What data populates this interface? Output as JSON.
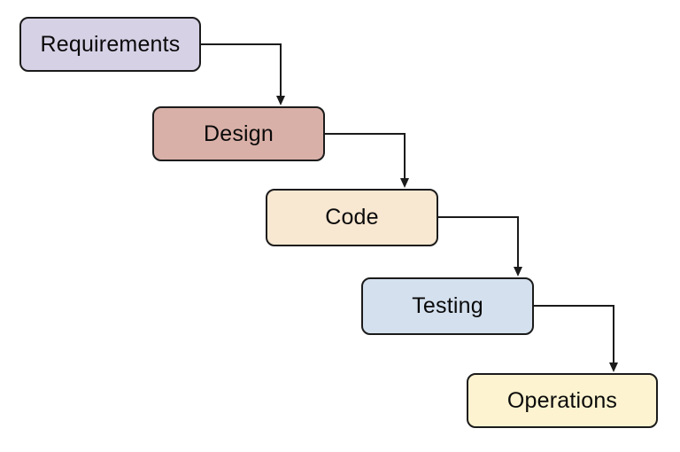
{
  "diagram": {
    "type": "flowchart-waterfall",
    "background": "#ffffff",
    "connector_color": "#1b1b1b",
    "border_color": "#1b1b1b",
    "text_color": "#0a0a0a",
    "nodes": [
      {
        "id": "requirements",
        "label": "Requirements",
        "fill": "#d7d1e6"
      },
      {
        "id": "design",
        "label": "Design",
        "fill": "#d9b0a8"
      },
      {
        "id": "code",
        "label": "Code",
        "fill": "#f8e7d1"
      },
      {
        "id": "testing",
        "label": "Testing",
        "fill": "#d4e0ee"
      },
      {
        "id": "operations",
        "label": "Operations",
        "fill": "#fdf3d0"
      }
    ],
    "edges": [
      {
        "from": "Requirements",
        "to": "Design"
      },
      {
        "from": "Design",
        "to": "Code"
      },
      {
        "from": "Code",
        "to": "Testing"
      },
      {
        "from": "Testing",
        "to": "Operations"
      }
    ]
  }
}
